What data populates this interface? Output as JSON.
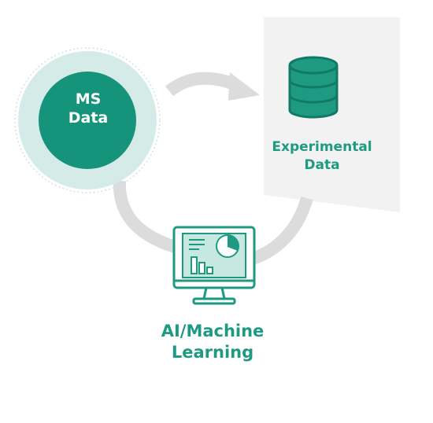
{
  "nodes": {
    "ms_data": {
      "line1": "MS",
      "line2": "Data"
    },
    "experimental_data": {
      "line1": "Experimental",
      "line2": "Data"
    },
    "ai_ml": {
      "line1": "AI/Machine",
      "line2": "Learning"
    }
  },
  "colors": {
    "teal_dark": "#16937b",
    "teal_mid": "#1f9a82",
    "teal_light": "#d4ebe7",
    "teal_screen": "#c6e8e0",
    "cycle_gray": "#dcdcdc",
    "panel_gray": "#f2f2f2"
  },
  "icons": {
    "database": "database-icon",
    "monitor": "monitor-chart-icon",
    "arrow": "arrow-head-icon"
  }
}
